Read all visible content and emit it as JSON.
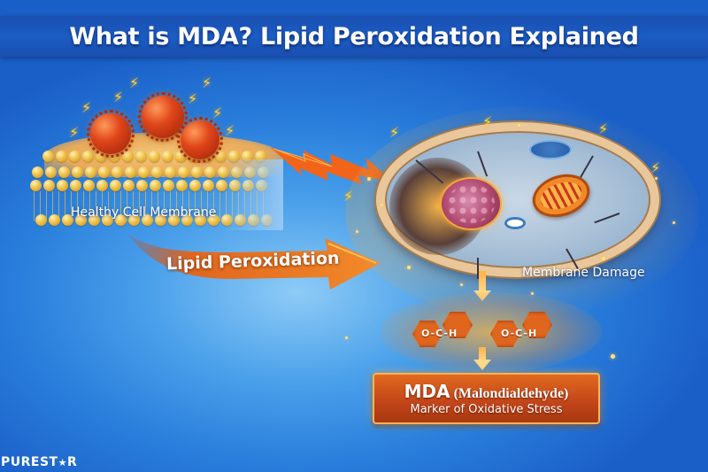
{
  "title": "What is MDA? Lipid Peroxidation Explained",
  "labels": {
    "healthy_membrane": "Healthy Cell Membrane",
    "lipid_peroxidation": "Lipid Peroxidation",
    "membrane_damage": "Membrane Damage"
  },
  "molecules": [
    {
      "text": "O-C-H",
      "atoms": [
        "O",
        "C",
        "H"
      ]
    },
    {
      "text": "O-C-H",
      "atoms": [
        "O",
        "C",
        "H"
      ]
    }
  ],
  "result_box": {
    "abbreviation": "MDA",
    "full_name": "(Malondialdehyde)",
    "subtitle": "Marker of Oxidative Stress"
  },
  "logo": {
    "prefix": "PUREST",
    "star": "★",
    "suffix": "R"
  },
  "icons": {
    "free_radical": "free-radical-sphere",
    "lightning": "lightning-bolt",
    "process_arrow": "curved-arrow-right",
    "down_arrow": "arrow-down"
  },
  "colors": {
    "background_blue": "#2a7fdc",
    "title_band": "#1b5cc4",
    "accent_orange": "#e0661e",
    "membrane_gold": "#f0c24a",
    "radical_red": "#e0461a",
    "box_border": "#ffb252"
  }
}
